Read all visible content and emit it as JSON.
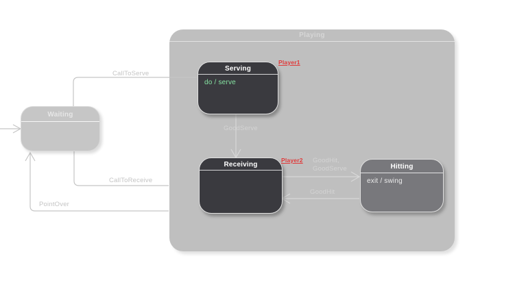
{
  "diagram": {
    "playing": {
      "title": "Playing"
    },
    "waiting": {
      "title": "Waiting"
    },
    "serving": {
      "title": "Serving",
      "activity": "do / serve",
      "player": "Player1"
    },
    "receiving": {
      "title": "Receiving",
      "player": "Player2"
    },
    "hitting": {
      "title": "Hitting",
      "activity": "exit / swing"
    },
    "transitions": {
      "call_to_serve": "CallToServe",
      "call_to_receive": "CallToReceive",
      "point_over": "PointOver",
      "good_serve": "GoodServe",
      "good_hit_line1": "GoodHit,",
      "good_hit_line2": "GoodServe",
      "good_hit": "GoodHit"
    },
    "colors": {
      "background": "#ffffff",
      "composite_fill": "#bfbfbf",
      "waiting_fill": "#c6c6c6",
      "dark_state_fill": "#3a3a3f",
      "mid_state_fill": "#78787c",
      "activity_green": "#85e2a1",
      "player_red": "#e03a3a",
      "wire_outer": "#c5c5c5",
      "wire_inner": "#d8d8d8"
    }
  }
}
